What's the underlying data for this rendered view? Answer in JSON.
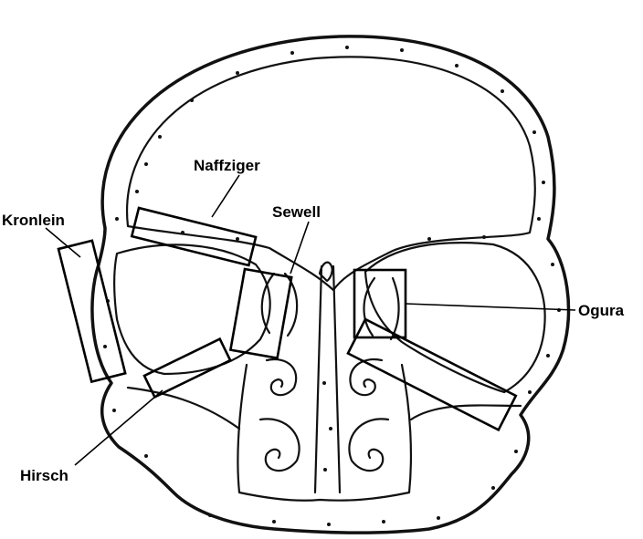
{
  "labels": {
    "naffziger": "Naffziger",
    "kronlein": "Kronlein",
    "sewell": "Sewell",
    "ogura": "Ogura",
    "hirsch": "Hirsch"
  },
  "colors": {
    "ink": "#111111",
    "background": "#ffffff"
  }
}
